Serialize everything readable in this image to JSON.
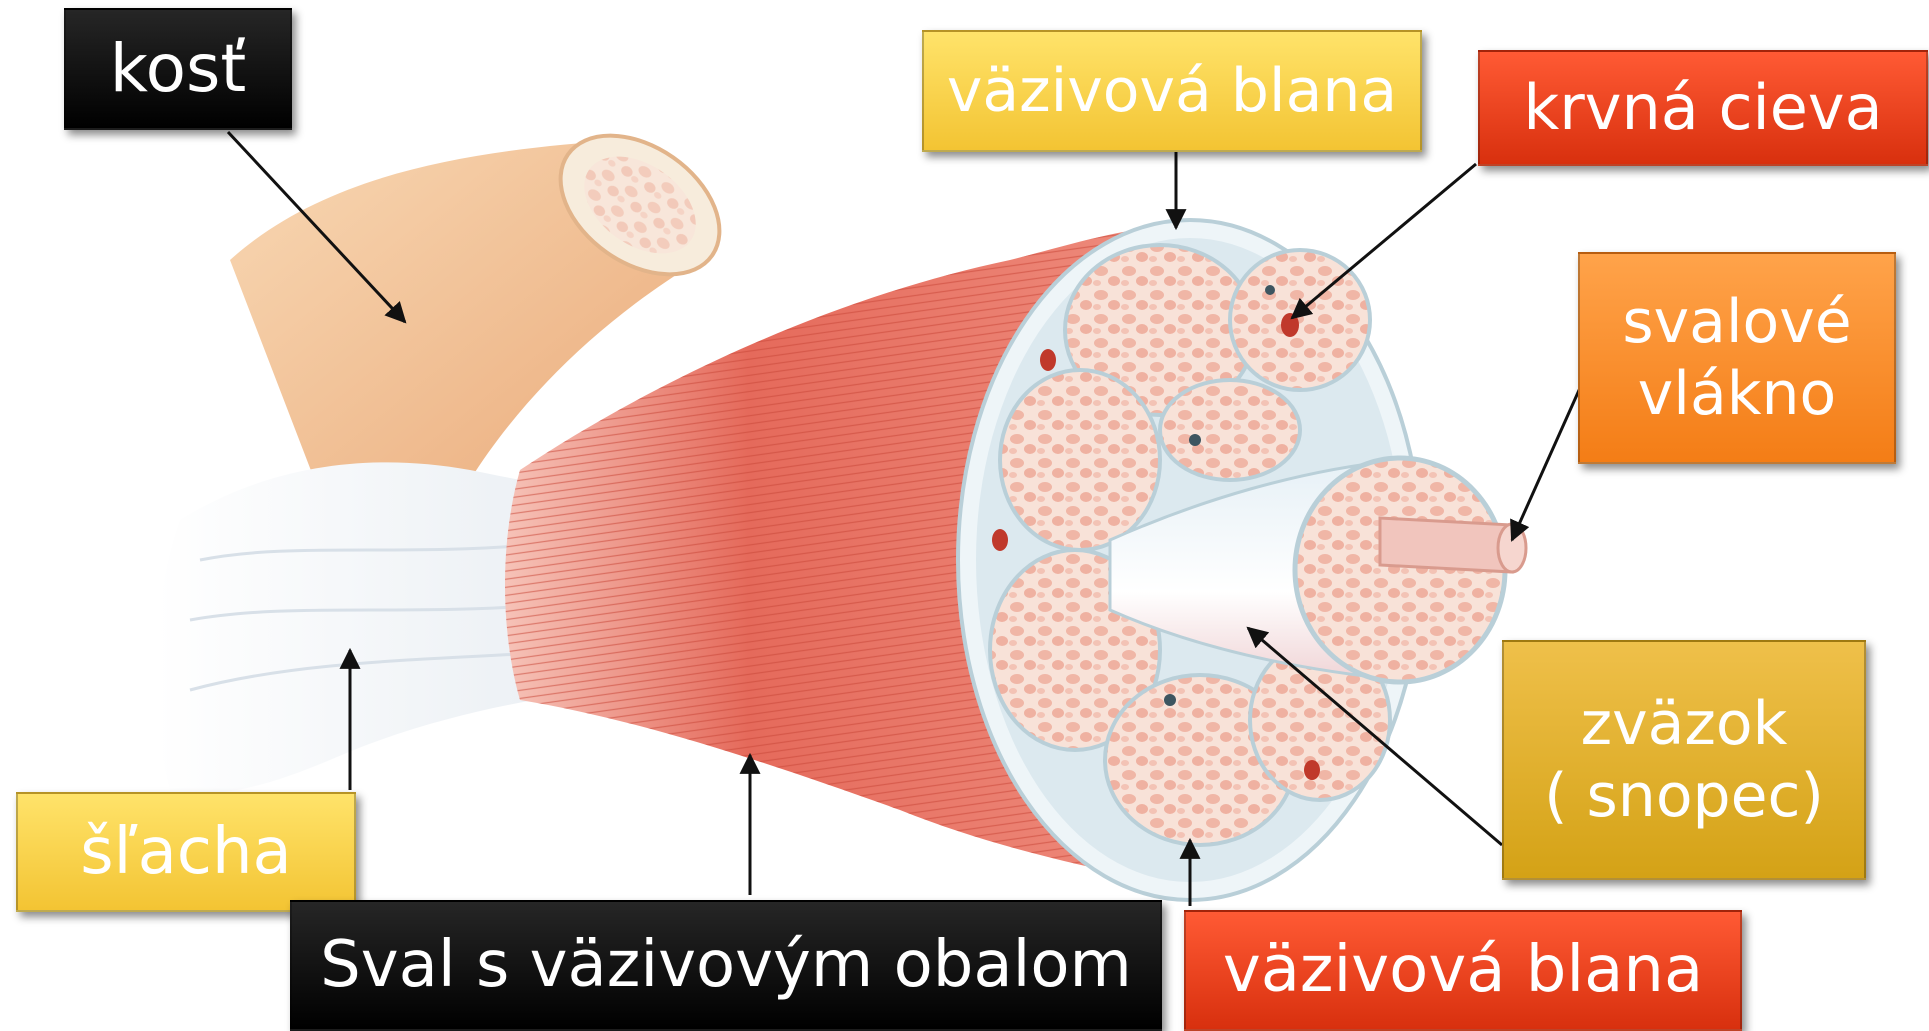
{
  "labels": {
    "kost": "kosť",
    "vazivova_blana_top": "väzivová blana",
    "krvna_cieva": "krvná cieva",
    "svalove_vlakno": "svalové\nvlákno",
    "zvazok": "zväzok\n( snopec)",
    "slacha": "šľacha",
    "sval": "Sval s väzivovým obalom",
    "vazivova_blana_bottom": "väzivová blana"
  },
  "colors": {
    "muscle": "#e8796a",
    "muscle_light": "#f4b3a6",
    "bone": "#f2c49a",
    "tendon": "#f4f6f8",
    "fascicle": "#f7dcd2",
    "membrane": "#e8f2f6"
  }
}
